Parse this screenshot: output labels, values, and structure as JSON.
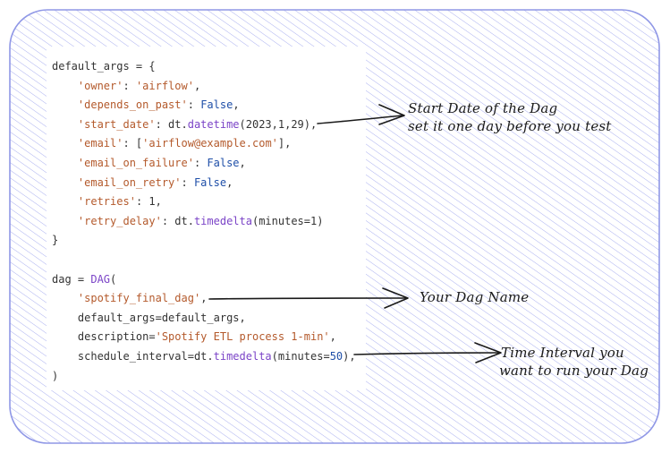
{
  "code": {
    "lines": [
      [
        {
          "t": "default_args = {",
          "c": ""
        }
      ],
      [
        {
          "t": "    ",
          "c": ""
        },
        {
          "t": "'owner'",
          "c": "s"
        },
        {
          "t": ": ",
          "c": ""
        },
        {
          "t": "'airflow'",
          "c": "s"
        },
        {
          "t": ",",
          "c": ""
        }
      ],
      [
        {
          "t": "    ",
          "c": ""
        },
        {
          "t": "'depends_on_past'",
          "c": "s"
        },
        {
          "t": ": ",
          "c": ""
        },
        {
          "t": "False",
          "c": "k"
        },
        {
          "t": ",",
          "c": ""
        }
      ],
      [
        {
          "t": "    ",
          "c": ""
        },
        {
          "t": "'start_date'",
          "c": "s"
        },
        {
          "t": ": dt.",
          "c": ""
        },
        {
          "t": "datetime",
          "c": "f"
        },
        {
          "t": "(2023,1,29),",
          "c": ""
        }
      ],
      [
        {
          "t": "    ",
          "c": ""
        },
        {
          "t": "'email'",
          "c": "s"
        },
        {
          "t": ": [",
          "c": ""
        },
        {
          "t": "'airflow@example.com'",
          "c": "s"
        },
        {
          "t": "],",
          "c": ""
        }
      ],
      [
        {
          "t": "    ",
          "c": ""
        },
        {
          "t": "'email_on_failure'",
          "c": "s"
        },
        {
          "t": ": ",
          "c": ""
        },
        {
          "t": "False",
          "c": "k"
        },
        {
          "t": ",",
          "c": ""
        }
      ],
      [
        {
          "t": "    ",
          "c": ""
        },
        {
          "t": "'email_on_retry'",
          "c": "s"
        },
        {
          "t": ": ",
          "c": ""
        },
        {
          "t": "False",
          "c": "k"
        },
        {
          "t": ",",
          "c": ""
        }
      ],
      [
        {
          "t": "    ",
          "c": ""
        },
        {
          "t": "'retries'",
          "c": "s"
        },
        {
          "t": ": 1,",
          "c": ""
        }
      ],
      [
        {
          "t": "    ",
          "c": ""
        },
        {
          "t": "'retry_delay'",
          "c": "s"
        },
        {
          "t": ": dt.",
          "c": ""
        },
        {
          "t": "timedelta",
          "c": "f"
        },
        {
          "t": "(minutes=1)",
          "c": ""
        }
      ],
      [
        {
          "t": "}",
          "c": ""
        }
      ],
      [
        {
          "t": "",
          "c": ""
        }
      ],
      [
        {
          "t": "dag = ",
          "c": ""
        },
        {
          "t": "DAG",
          "c": "f"
        },
        {
          "t": "(",
          "c": ""
        }
      ],
      [
        {
          "t": "    ",
          "c": ""
        },
        {
          "t": "'spotify_final_dag'",
          "c": "s"
        },
        {
          "t": ",",
          "c": ""
        }
      ],
      [
        {
          "t": "    default_args=default_args,",
          "c": ""
        }
      ],
      [
        {
          "t": "    description=",
          "c": ""
        },
        {
          "t": "'Spotify ETL process 1-min'",
          "c": "s"
        },
        {
          "t": ",",
          "c": ""
        }
      ],
      [
        {
          "t": "    schedule_interval=dt.",
          "c": ""
        },
        {
          "t": "timedelta",
          "c": "f"
        },
        {
          "t": "(minutes=",
          "c": ""
        },
        {
          "t": "50",
          "c": "n"
        },
        {
          "t": "),",
          "c": ""
        }
      ],
      [
        {
          "t": ")",
          "c": ""
        }
      ]
    ]
  },
  "annotations": {
    "start_date": {
      "line1": "Start Date of the Dag",
      "line2": "set it one day before you test"
    },
    "dag_name": {
      "line1": "Your Dag Name"
    },
    "interval": {
      "line1": "Time Interval you",
      "line2": "want to run your Dag"
    }
  },
  "colors": {
    "frame_stroke": "#8f97e6",
    "hatch": "#aab0f0",
    "string": "#b45a2c",
    "keyword": "#1f4fa8",
    "function": "#7b44c7",
    "ink": "#1a1a1a"
  }
}
